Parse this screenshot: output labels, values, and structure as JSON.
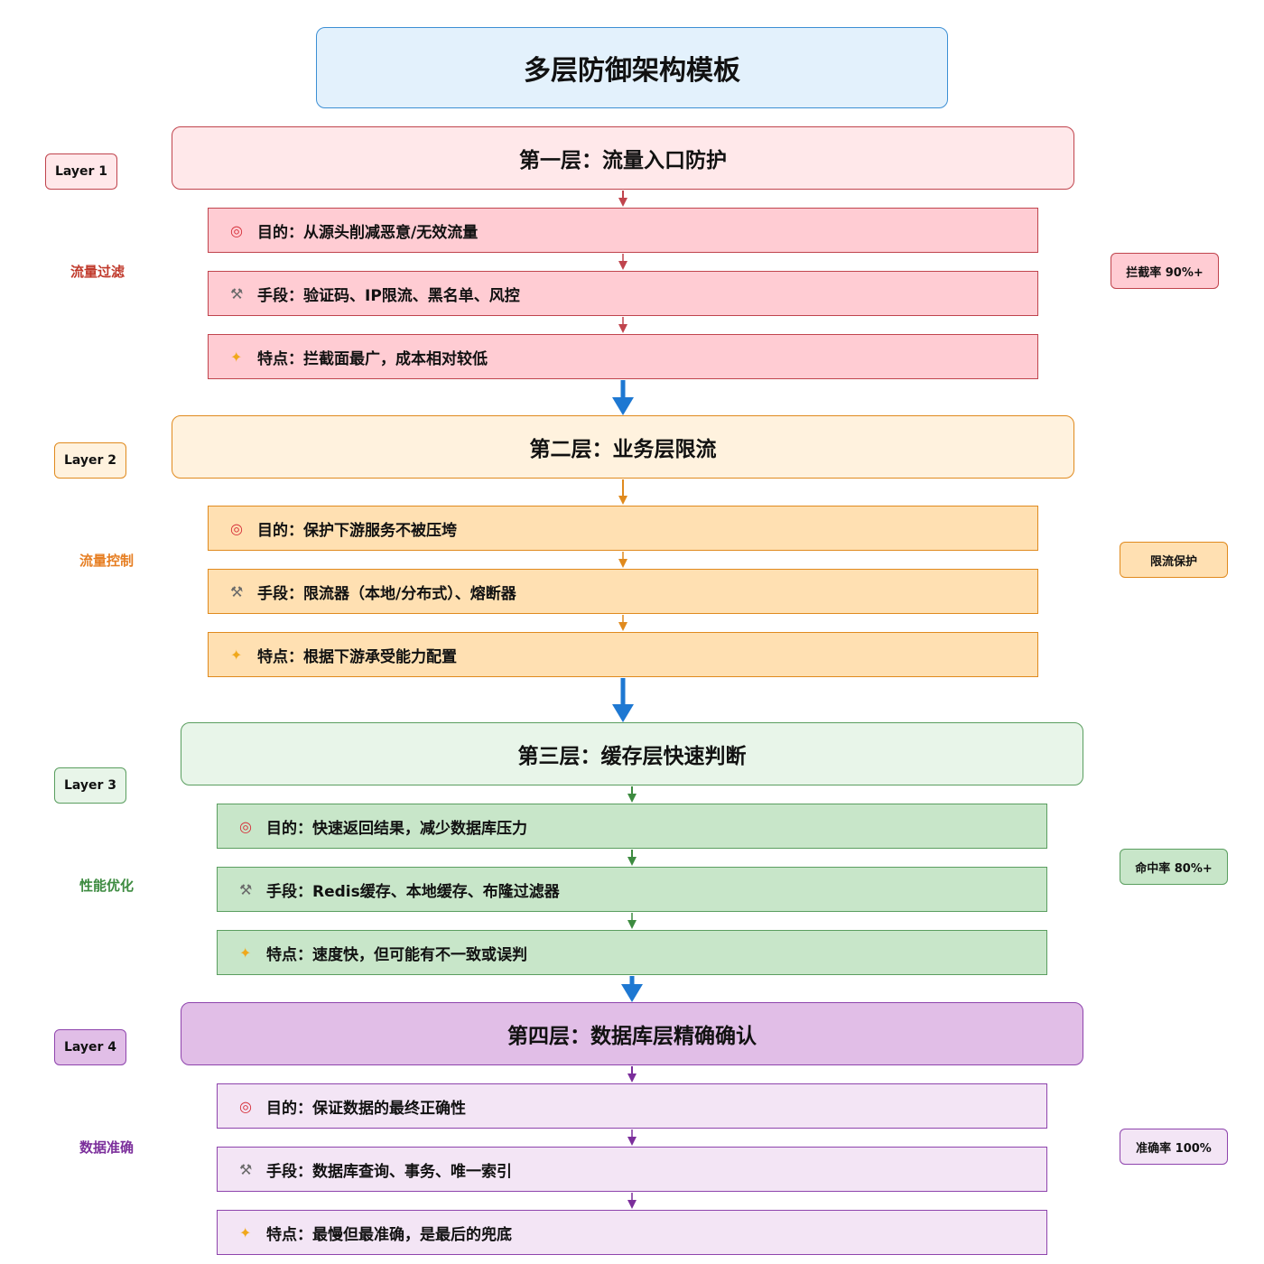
{
  "title": "多层防御架构模板",
  "layers": [
    {
      "tag": "Layer 1",
      "header": "第一层：流量入口防护",
      "side_label": "流量过滤",
      "badge": "拦截率 90%+",
      "color": "#c0444d",
      "items": [
        {
          "icon": "target-icon",
          "text": "目的：从源头削减恶意/无效流量"
        },
        {
          "icon": "tools-icon",
          "text": "手段：验证码、IP限流、黑名单、风控"
        },
        {
          "icon": "sparkles-icon",
          "text": "特点：拦截面最广，成本相对较低"
        }
      ]
    },
    {
      "tag": "Layer 2",
      "header": "第二层：业务层限流",
      "side_label": "流量控制",
      "badge": "限流保护",
      "color": "#e08a1e",
      "items": [
        {
          "icon": "target-icon",
          "text": "目的：保护下游服务不被压垮"
        },
        {
          "icon": "tools-icon",
          "text": "手段：限流器（本地/分布式）、熔断器"
        },
        {
          "icon": "sparkles-icon",
          "text": "特点：根据下游承受能力配置"
        }
      ]
    },
    {
      "tag": "Layer 3",
      "header": "第三层：缓存层快速判断",
      "side_label": "性能优化",
      "badge": "命中率 80%+",
      "color": "#3d8b40",
      "items": [
        {
          "icon": "target-icon",
          "text": "目的：快速返回结果，减少数据库压力"
        },
        {
          "icon": "tools-icon",
          "text": "手段：Redis缓存、本地缓存、布隆过滤器"
        },
        {
          "icon": "sparkles-icon",
          "text": "特点：速度快，但可能有不一致或误判"
        }
      ]
    },
    {
      "tag": "Layer 4",
      "header": "第四层：数据库层精确确认",
      "side_label": "数据准确",
      "badge": "准确率 100%",
      "color": "#7b2e9b",
      "items": [
        {
          "icon": "target-icon",
          "text": "目的：保证数据的最终正确性"
        },
        {
          "icon": "tools-icon",
          "text": "手段：数据库查询、事务、唯一索引"
        },
        {
          "icon": "sparkles-icon",
          "text": "特点：最慢但最准确，是最后的兜底"
        }
      ]
    }
  ],
  "connector_color": "#1e78d2"
}
